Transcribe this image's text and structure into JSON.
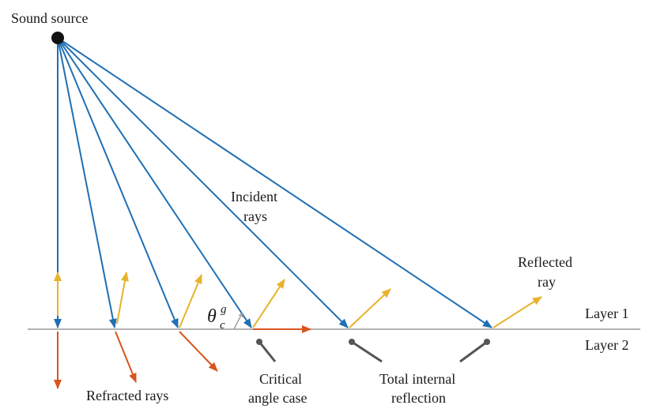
{
  "labels": {
    "sound_source": "Sound source",
    "incident_line1": "Incident",
    "incident_line2": "rays",
    "reflected_line1": "Reflected",
    "reflected_line2": "ray",
    "layer1": "Layer 1",
    "layer2": "Layer 2",
    "refracted": "Refracted rays",
    "critical_line1": "Critical",
    "critical_line2": "angle case",
    "tir_line1": "Total internal",
    "tir_line2": "reflection",
    "angle_symbol": "θ",
    "angle_sup": "g",
    "angle_sub": "c"
  },
  "colors": {
    "incident": "#1f6fb4",
    "reflected": "#e8b22a",
    "refracted": "#d9541e",
    "interface": "#9a9a9a",
    "pointer": "#555555",
    "source": "#111111"
  }
}
